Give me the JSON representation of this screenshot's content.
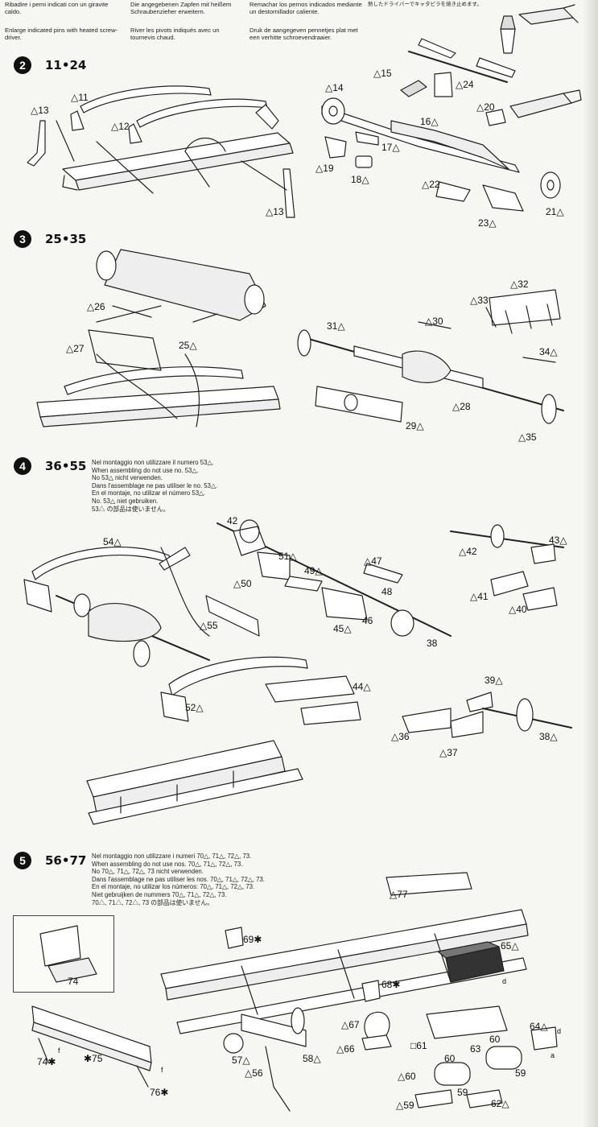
{
  "header": {
    "it": "Ribadire i perni indicati con un giravite caldo.",
    "en": "Enlarge indicated pins with heated screw-driver.",
    "de": "Die angegebenen Zapfen mit heißem Schraubenzieher erweitern.",
    "fr": "River les pivots indiqués avec un tournevis chaud.",
    "es": "Remachar los pernos indicados mediante un destornillador caliente.",
    "nl": "Druk de aangegeven pennetjes plat met een verhitte schroevendraaier.",
    "jp": "熱したドライバーでキャタピラを焼き止めます。"
  },
  "steps": [
    {
      "number": "2",
      "range": "11•24"
    },
    {
      "number": "3",
      "range": "25•35"
    },
    {
      "number": "4",
      "range": "36•55"
    },
    {
      "number": "5",
      "range": "56•77"
    }
  ],
  "notes": {
    "step4": [
      "Nel montaggio non utilizzare il numero 53△.",
      "When assembling do not use no. 53△.",
      "No 53△ nicht verwenden.",
      "Dans l'assemblage ne pas utiliser le no. 53△.",
      "En el montaje, no utilizar el número 53△.",
      "No. 53△ niet gebruiken.",
      "53△ の部品は使いません。"
    ],
    "step5": [
      "Nel montaggio non utilizzare i numeri 70△, 71△, 72△, 73.",
      "When assembling do not use nos. 70△, 71△, 72△, 73.",
      "No 70△, 71△, 72△, 73 nicht verwenden.",
      "Dans l'assemblage ne pas utiliser les nos. 70△, 71△, 72△, 73.",
      "En el montaje, no utilizar los números: 70△, 71△, 72△, 73.",
      "Niet gebruijken de nummers 70△, 71△, 72△, 73.",
      "70△, 71△, 72△, 73 の部品は使いません。"
    ]
  },
  "labels": {
    "p11": "△11",
    "p12": "△12",
    "p13a": "△13",
    "p13b": "△13",
    "p14": "△14",
    "p15": "△15",
    "p16": "16△",
    "p17": "17△",
    "p18": "18△",
    "p19": "△19",
    "p20": "△20",
    "p21": "21△",
    "p22": "△22",
    "p23": "23△",
    "p24": "△24",
    "p25": "25△",
    "p26": "△26",
    "p27": "△27",
    "p28": "△28",
    "p29": "29△",
    "p30": "△30",
    "p31": "31△",
    "p32": "△32",
    "p33": "△33",
    "p34": "34△",
    "p35": "△35",
    "p36": "△36",
    "p37": "△37",
    "p38a": "38",
    "p38b": "38△",
    "p39": "39△",
    "p40": "△40",
    "p41": "△41",
    "p42a": "42",
    "p42b": "△42",
    "p43": "43△",
    "p44": "44△",
    "p45": "45△",
    "p46": "46",
    "p47": "△47",
    "p48": "48",
    "p49": "49△",
    "p50": "△50",
    "p51": "51△",
    "p52": "52△",
    "p54": "54△",
    "p55": "△55",
    "p56": "△56",
    "p57": "57△",
    "p58": "58△",
    "p59a": "59",
    "p59b": "59",
    "p59c": "△59",
    "p60a": "60",
    "p60b": "60",
    "p60c": "△60",
    "p61": "□61",
    "p62": "62△",
    "p63": "63",
    "p64": "64△",
    "p65": "65△",
    "p66": "△66",
    "p67": "△67",
    "p68": "68✱",
    "p69": "69✱",
    "p74a": "74",
    "p74b": "74✱",
    "p75": "✱75",
    "p76": "76✱",
    "p77": "△77",
    "sa": "a",
    "sd": "d",
    "sf1": "f",
    "sf2": "f",
    "sd2": "d"
  }
}
